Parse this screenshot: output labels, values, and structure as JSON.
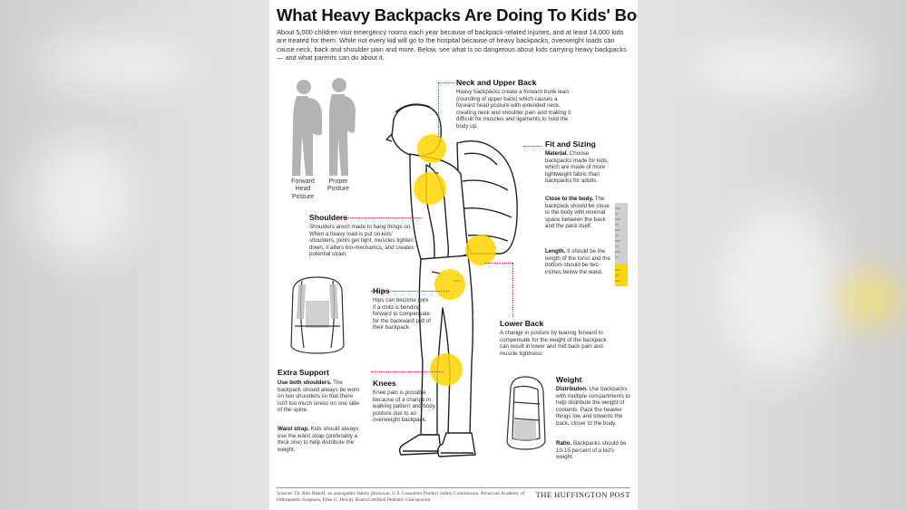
{
  "infographic": {
    "title": "What Heavy Backpacks Are Doing To Kids' Bodies",
    "intro": "About 5,000 children visit emergency rooms each year because of backpack-related injuries, and at least 14,000 kids are treated for them. While not every kid will go to the hospital because of heavy backpacks, overweight loads can cause neck, back and shoulder pain and more. Below, see what is so dangerous about kids carrying heavy backpacks — and what parents can do about it.",
    "posture_labels": {
      "forward": "Forward\nHead\nPosture",
      "proper": "Proper\nPosture"
    },
    "neck": {
      "heading": "Neck and Upper Back",
      "body": "Heavy backpacks create a forward trunk lean (rounding of upper back) which causes a forward head posture with extended neck, creating neck and shoulder pain and making it difficult for muscles and ligaments to hold the body up."
    },
    "fit": {
      "heading": "Fit and Sizing",
      "material_title": "Material.",
      "material_body": "Choose backpacks made for kids, which are made of more lightweight fabric than backpacks for adults.",
      "close_title": "Close to the body.",
      "close_body": "The backpack should be close to the body with minimal space between the back and the pack itself.",
      "length_title": "Length.",
      "length_body": "It should be the length of the torso and the bottom should be two inches below the waist."
    },
    "shoulders": {
      "heading": "Shoulders",
      "body": "Shoulders aren't made to hang things on. When a heavy load is put on kids' shoulders, joints get tight, muscles tighten down, it alters bio-mechanics, and creates potential strain."
    },
    "hips": {
      "heading": "Hips",
      "body": "Hips can become sore if a child is bending forward to compensate for the backward pull of their backpack."
    },
    "lower_back": {
      "heading": "Lower Back",
      "body": "A change in posture by leaning forward to compensate for the weight of the backpack can result in lower and mid back pain and muscle tightness."
    },
    "extra_support": {
      "heading": "Extra Support",
      "both_title": "Use both shoulders.",
      "both_body": "The backpack should always be worn on two shoulders so that there isn't too much stress on one side of the spine.",
      "waist_title": "Waist strap.",
      "waist_body": "Kids should always use the waist strap (preferably a thick one) to help distribute the weight."
    },
    "knees": {
      "heading": "Knees",
      "body": "Knee pain is possible because of a change in walking pattern and body posture due to an overweight backpack."
    },
    "weight": {
      "heading": "Weight",
      "dist_title": "Distributon.",
      "dist_body": "Use backpacks with multiple compartments to help distribute the weight of contents. Pack the heavier things low and towards the back, closer to the body.",
      "ratio_title": "Ratio.",
      "ratio_body": "Backpacks should be 10-15 percent of a kid's weight."
    },
    "sources": "Sources: Dr. Rob Danoff, an osteopathic family physician, U.S. Consumer Product Safety Commission, American Academy of Orthopaedic Surgeons, Elise G. Hewitt, Board Certified Pediatric Chiropractor",
    "brand": "THE HUFFINGTON POST"
  },
  "colors": {
    "highlight": "#ffd400",
    "leader": "#dd3333",
    "silhouette": "#b3b3b3"
  }
}
